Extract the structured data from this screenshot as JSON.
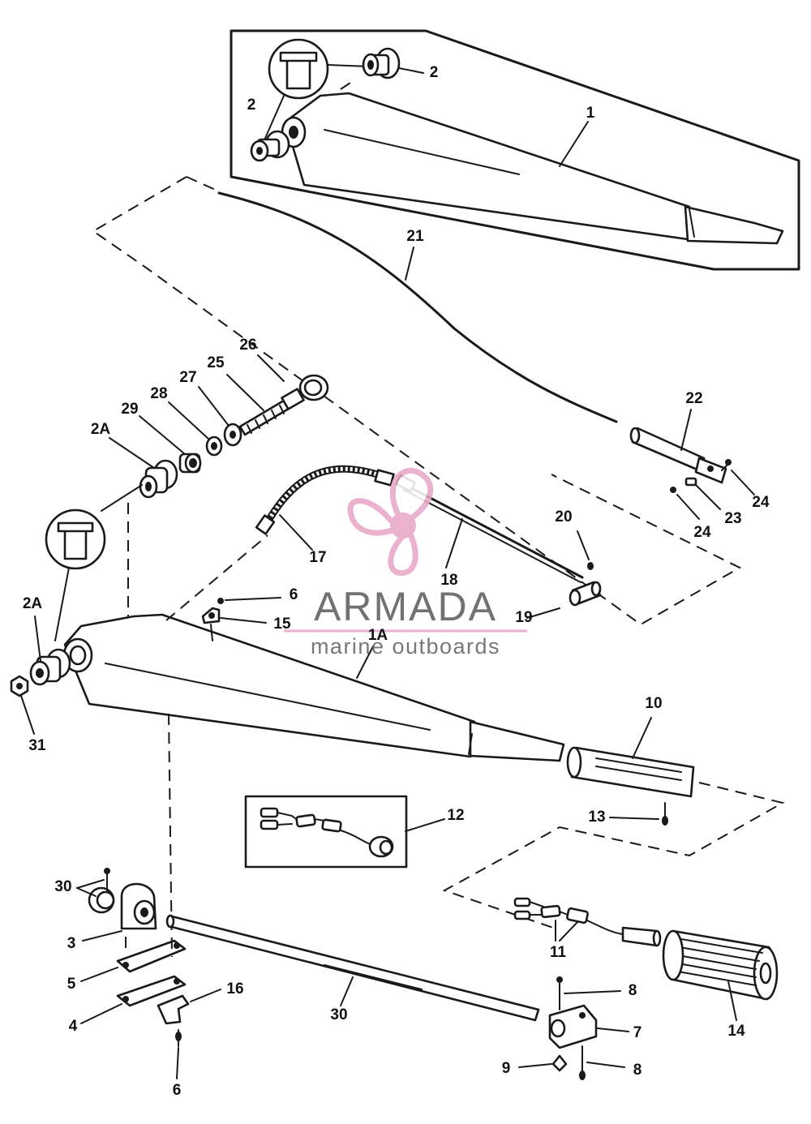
{
  "watermark": {
    "brand": "ARMADA",
    "tagline": "marine outboards",
    "brand_color": "#e8a8c8",
    "icon": "propeller-logo-icon"
  },
  "callouts": {
    "c1": "1",
    "c2a": "2",
    "c2b": "2",
    "c21": "21",
    "c26": "26",
    "c25": "25",
    "c27": "27",
    "c28": "28",
    "c29": "29",
    "c2A_top": "2A",
    "c2A_bottom": "2A",
    "c22": "22",
    "c24a": "24",
    "c23": "23",
    "c24b": "24",
    "c20": "20",
    "c17": "17",
    "c18": "18",
    "c19": "19",
    "c6_top": "6",
    "c15": "15",
    "c1A": "1A",
    "c31": "31",
    "c10": "10",
    "c13": "13",
    "c12": "12",
    "c30_top": "30",
    "c3": "3",
    "c5": "5",
    "c4": "4",
    "c16": "16",
    "c6_bottom": "6",
    "c30_bottom": "30",
    "c11": "11",
    "c14": "14",
    "c8_top": "8",
    "c7": "7",
    "c9": "9",
    "c8_bottom": "8"
  }
}
